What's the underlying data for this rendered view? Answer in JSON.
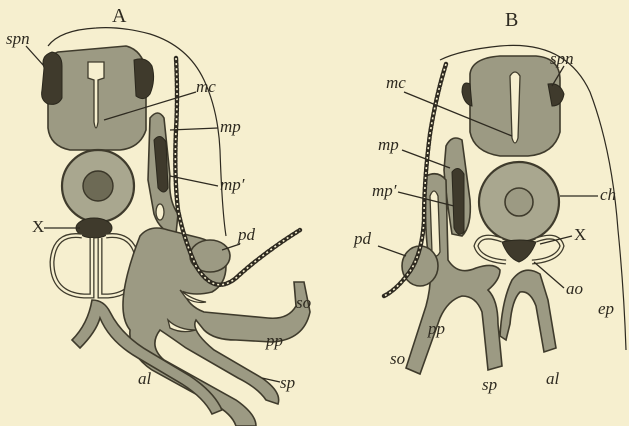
{
  "panels": {
    "a": {
      "title": "A",
      "labels": {
        "spn": "spn",
        "mc": "mc",
        "mp": "mp",
        "mp2": "mp′",
        "pd": "pd",
        "x": "X",
        "so": "so",
        "pp": "pp",
        "al": "al",
        "sp": "sp"
      }
    },
    "b": {
      "title": "B",
      "labels": {
        "mc": "mc",
        "spn": "spn",
        "mp": "mp",
        "mp2": "mp′",
        "ch": "ch",
        "pd": "pd",
        "x": "X",
        "ao": "ao",
        "ep": "ep",
        "pp": "pp",
        "so": "so",
        "sp": "sp",
        "al": "al"
      }
    }
  },
  "colors": {
    "paper": "#f6efcf",
    "tissue": "#9c9a83",
    "ink": "#2e2a20"
  }
}
